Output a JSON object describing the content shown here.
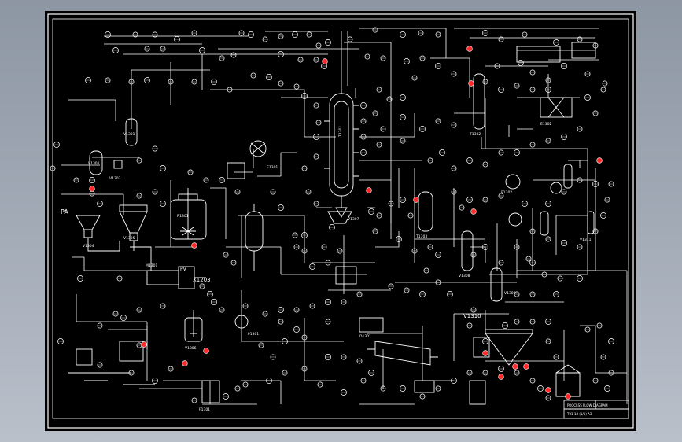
{
  "colors": {
    "background_gradient_top": "#8d96a3",
    "background_gradient_bottom": "#b9c0ca",
    "sheet": "#000000",
    "line": "#ffffff",
    "alarm_marker": "#ff2a2a"
  },
  "drawing": {
    "equipment_tags": {
      "column_main": "T1301",
      "vessel_left": "V1301",
      "vessel_mid_left": "V1302",
      "tank_left_feed": "V1303",
      "hopper_a": "V1304",
      "hopper_b": "V1305",
      "reactor": "R1301",
      "mixer_tank": "V1306",
      "separator": "V1307",
      "col_right_small": "T1302",
      "col_right_mid": "T1303",
      "vessel_right_a": "V1308",
      "vessel_right_b": "V1309",
      "v1310": "V1310",
      "vessel_right_c": "V1311",
      "exchanger_1": "E1301",
      "exchanger_2": "E1302",
      "pump_1": "P1301",
      "pump_2": "P1302",
      "filter": "F1301",
      "dryer": "D1301",
      "screw": "M1301",
      "x1203": "X1203"
    },
    "stream_labels": {
      "pa": "PA",
      "pv": "PV"
    },
    "title_block": {
      "line_1": "PROCESS FLOW DIAGRAM",
      "line_2": "T01-13 (1/1) A3"
    }
  }
}
